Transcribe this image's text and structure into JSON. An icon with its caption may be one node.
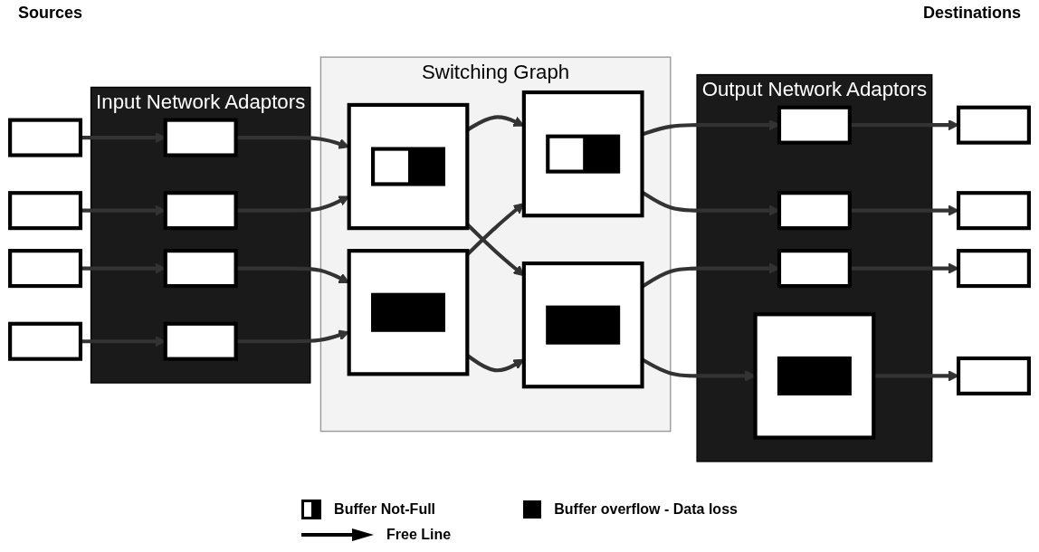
{
  "diagram": {
    "nodes": [
      {
        "text": [],
        "shape": "box"
      },
      {
        "text": [],
        "shape": "box"
      },
      {
        "text": [],
        "shape": "box"
      },
      {
        "text": [],
        "shape": "box"
      },
      {
        "text": [
          "Input Network Adaptors"
        ]
      },
      {
        "text": [],
        "shape": "box",
        "in": 4
      },
      {
        "text": [],
        "shape": "box",
        "in": 4
      },
      {
        "text": [],
        "shape": "box",
        "in": 4
      },
      {
        "text": [],
        "shape": "box",
        "in": 4
      },
      {
        "text": [
          "Switching Graph"
        ]
      },
      {
        "text": [],
        "shape": "box",
        "in": 9
      },
      {
        "text": [],
        "shape": "box",
        "in": 10
      },
      {
        "text": [],
        "shape": "box",
        "in": 9
      },
      {
        "text": [],
        "shape": "box",
        "in": 12
      },
      {
        "text": [],
        "shape": "box",
        "in": 9
      },
      {
        "text": [],
        "shape": "box",
        "in": 14
      },
      {
        "text": [],
        "shape": "box",
        "in": 9
      },
      {
        "text": [],
        "shape": "box",
        "in": 16
      },
      {
        "text": [
          "Output Network Adaptors"
        ]
      },
      {
        "text": [],
        "shape": "box",
        "in": 18
      },
      {
        "text": [],
        "shape": "box",
        "in": 18
      },
      {
        "text": [],
        "shape": "box",
        "in": 18
      },
      {
        "text": [],
        "shape": "box",
        "in": 18
      },
      {
        "text": [],
        "shape": "box",
        "in": 22
      },
      {
        "text": [],
        "shape": "box"
      },
      {
        "text": [],
        "shape": "box"
      },
      {
        "text": [],
        "shape": "box"
      },
      {
        "text": [],
        "shape": "box"
      }
    ],
    "edges": [
      {
        "from": 0,
        "to": 5,
        "arrow": "to"
      },
      {
        "from": 1,
        "to": 6,
        "arrow": "to"
      },
      {
        "from": 2,
        "to": 7,
        "arrow": "to"
      },
      {
        "from": 3,
        "to": 8,
        "arrow": "to"
      },
      {
        "from": 5,
        "to": 10,
        "arrow": "to"
      },
      {
        "from": 6,
        "to": 10,
        "arrow": "to"
      },
      {
        "from": 7,
        "to": 12,
        "arrow": "to"
      },
      {
        "from": 8,
        "to": 12,
        "arrow": "to"
      },
      {
        "from": 10,
        "to": 14,
        "arrow": "to"
      },
      {
        "from": 10,
        "to": 16,
        "arrow": "to"
      },
      {
        "from": 12,
        "to": 14,
        "arrow": "to"
      },
      {
        "from": 12,
        "to": 16,
        "arrow": "to"
      },
      {
        "from": 14,
        "to": 19,
        "arrow": "to"
      },
      {
        "from": 14,
        "to": 20,
        "arrow": "to"
      },
      {
        "from": 16,
        "to": 21,
        "arrow": "to"
      },
      {
        "from": 16,
        "to": 22,
        "arrow": "to"
      },
      {
        "from": 19,
        "to": 24,
        "arrow": "to"
      },
      {
        "from": 20,
        "to": 25,
        "arrow": "to"
      },
      {
        "from": 21,
        "to": 26,
        "arrow": "to"
      },
      {
        "from": 22,
        "to": 27,
        "arrow": "to"
      }
    ],
    "labels": [
      "Sources",
      "Destinations"
    ],
    "legend": [
      {
        "text": "Buffer Not-Full"
      },
      {
        "text": "Buffer overflow - Data loss",
        "color": "#000000"
      },
      {
        "text": "Free Line"
      }
    ]
  }
}
